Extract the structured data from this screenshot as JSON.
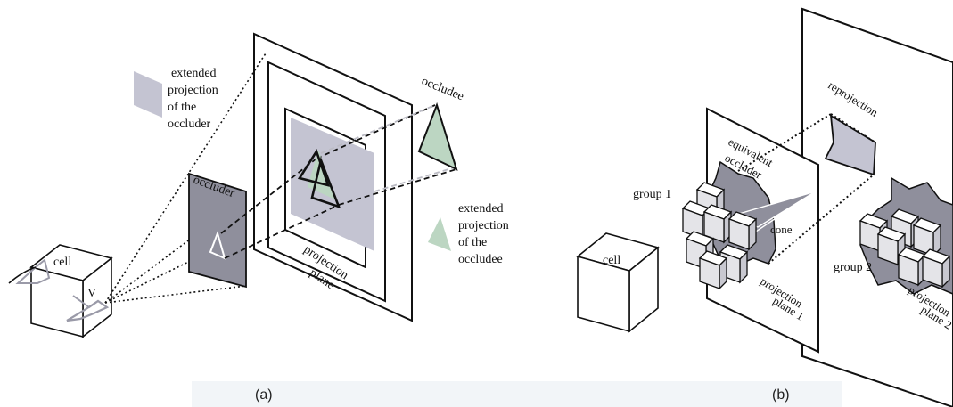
{
  "colors": {
    "projection_gray": "#c4c4d2",
    "occluder_gray": "#8f8f9c",
    "occludee_green": "#bcd6c2",
    "cube_face": "#e4e4e8",
    "caption_bg": "#f2f5f8"
  },
  "panel_a": {
    "cell_label": "cell",
    "viewpoint_label": "V",
    "occluder_label": "occluder",
    "legend_occluder": [
      "extended",
      "projection",
      "of the",
      "occluder"
    ],
    "occludee_label": "occludee",
    "legend_occludee": [
      "extended",
      "projection",
      "of the",
      "occludee"
    ],
    "plane_label": [
      "projection",
      "plane"
    ],
    "caption": "(a)"
  },
  "panel_b": {
    "cell_label": "cell",
    "group1_label": "group 1",
    "group2_label": "group 2",
    "equivalent_occluder_label": [
      "equivalent",
      "occluder"
    ],
    "cone_label": "cone",
    "reprojection_label": "reprojection",
    "plane1_label": [
      "projection",
      "plane 1"
    ],
    "plane2_label": [
      "projection",
      "plane 2"
    ],
    "caption": "(b)"
  }
}
